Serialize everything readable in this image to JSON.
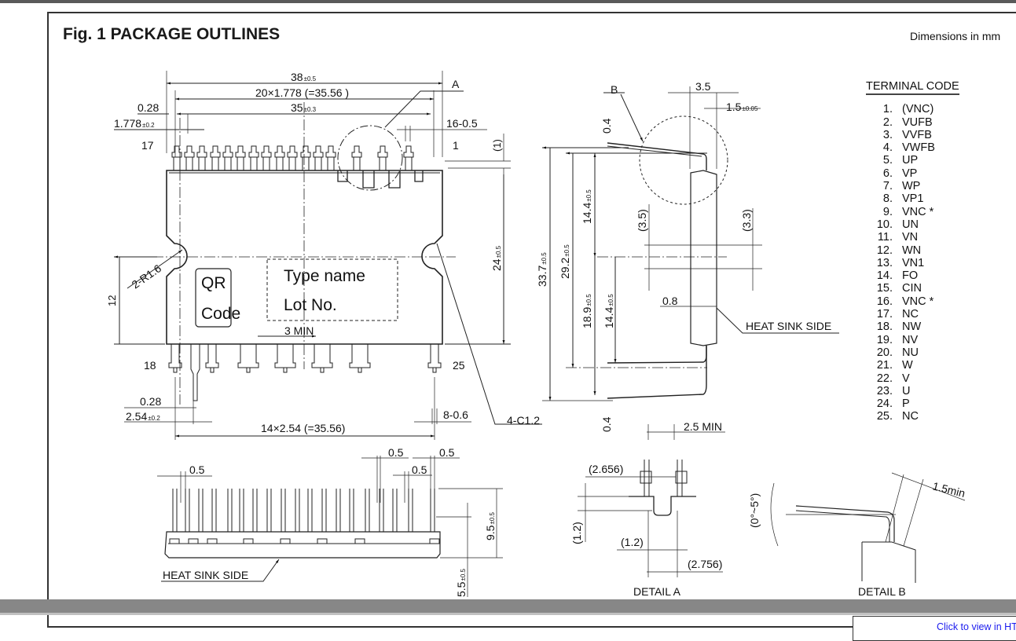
{
  "header": {
    "title": "Fig. 1 PACKAGE OUTLINES",
    "units": "Dimensions in mm"
  },
  "terminal_code": {
    "heading": "TERMINAL CODE",
    "items": [
      {
        "n": "1.",
        "name": "(VNC)"
      },
      {
        "n": "2.",
        "name": "VUFB"
      },
      {
        "n": "3.",
        "name": "VVFB"
      },
      {
        "n": "4.",
        "name": "VWFB"
      },
      {
        "n": "5.",
        "name": "UP"
      },
      {
        "n": "6.",
        "name": "VP"
      },
      {
        "n": "7.",
        "name": "WP"
      },
      {
        "n": "8.",
        "name": "VP1"
      },
      {
        "n": "9.",
        "name": "VNC *"
      },
      {
        "n": "10.",
        "name": "UN"
      },
      {
        "n": "11.",
        "name": "VN"
      },
      {
        "n": "12.",
        "name": "WN"
      },
      {
        "n": "13.",
        "name": "VN1"
      },
      {
        "n": "14.",
        "name": "FO"
      },
      {
        "n": "15.",
        "name": "CIN"
      },
      {
        "n": "16.",
        "name": "VNC *"
      },
      {
        "n": "17.",
        "name": "NC"
      },
      {
        "n": "18.",
        "name": "NW"
      },
      {
        "n": "19.",
        "name": "NV"
      },
      {
        "n": "20.",
        "name": "NU"
      },
      {
        "n": "21.",
        "name": "W"
      },
      {
        "n": "22.",
        "name": "V"
      },
      {
        "n": "23.",
        "name": "U"
      },
      {
        "n": "24.",
        "name": "P"
      },
      {
        "n": "25.",
        "name": "NC"
      }
    ]
  },
  "top_view": {
    "width": "38",
    "width_tol": "±0.5",
    "pitch_top": "20×1.778 (=35.56 )",
    "span": "35",
    "span_tol": "±0.3",
    "pin_width": "0.28",
    "pitch_small": "1.778",
    "pitch_small_tol": "±0.2",
    "pin_count_top": "16-0.5",
    "detail_a": "A",
    "pin17": "17",
    "pin1": "1",
    "gap": "(1)",
    "height": "24",
    "height_tol": "±0.5",
    "radius": "2-R1.6",
    "hole_height": "12",
    "qr1": "QR",
    "qr2": "Code",
    "type_name": "Type name",
    "lot_no": "Lot No.",
    "min3": "3 MIN",
    "pin18": "18",
    "pin25": "25",
    "pin_width_bottom": "0.28",
    "pitch_bottom": "2.54",
    "pitch_bottom_tol": "±0.2",
    "span_bottom": "14×2.54 (=35.56)",
    "pin_count_bottom": "8-0.6",
    "chamfer": "4-C1.2"
  },
  "side_view": {
    "detail_b": "B",
    "thick": "3.5",
    "lead": "1.5",
    "lead_tol": "±0.05",
    "lead_t1": "0.4",
    "lead_t2": "0.4",
    "total": "33.7",
    "total_tol": "±0.5",
    "inner": "29.2",
    "inner_tol": "±0.5",
    "upper": "14.4",
    "upper_tol": "±0.5",
    "lower": "18.9",
    "lower_tol": "±0.5",
    "lower2": "14.4",
    "lower2_tol": "±0.5",
    "hole_l": "(3.5)",
    "hole_r": "(3.3)",
    "sink": "0.8",
    "heat_sink": "HEAT SINK SIDE",
    "min25": "2.5 MIN"
  },
  "front_view": {
    "d1": "0.5",
    "d2": "0.5",
    "d3": "0.5",
    "d4": "0.5",
    "h1": "9.5",
    "h1_tol": "±0.5",
    "h2": "5.5",
    "h2_tol": "±0.5",
    "heat_sink": "HEAT SINK SIDE"
  },
  "detail_a": {
    "d1": "(2.656)",
    "d2": "(1.2)",
    "d3": "(1.2)",
    "d4": "(2.756)",
    "label": "DETAIL A"
  },
  "detail_b": {
    "angle": "(0°~5°)",
    "min": "1.5min",
    "label": "DETAIL B"
  },
  "viewer": {
    "html_link": "Click to view in HT"
  }
}
